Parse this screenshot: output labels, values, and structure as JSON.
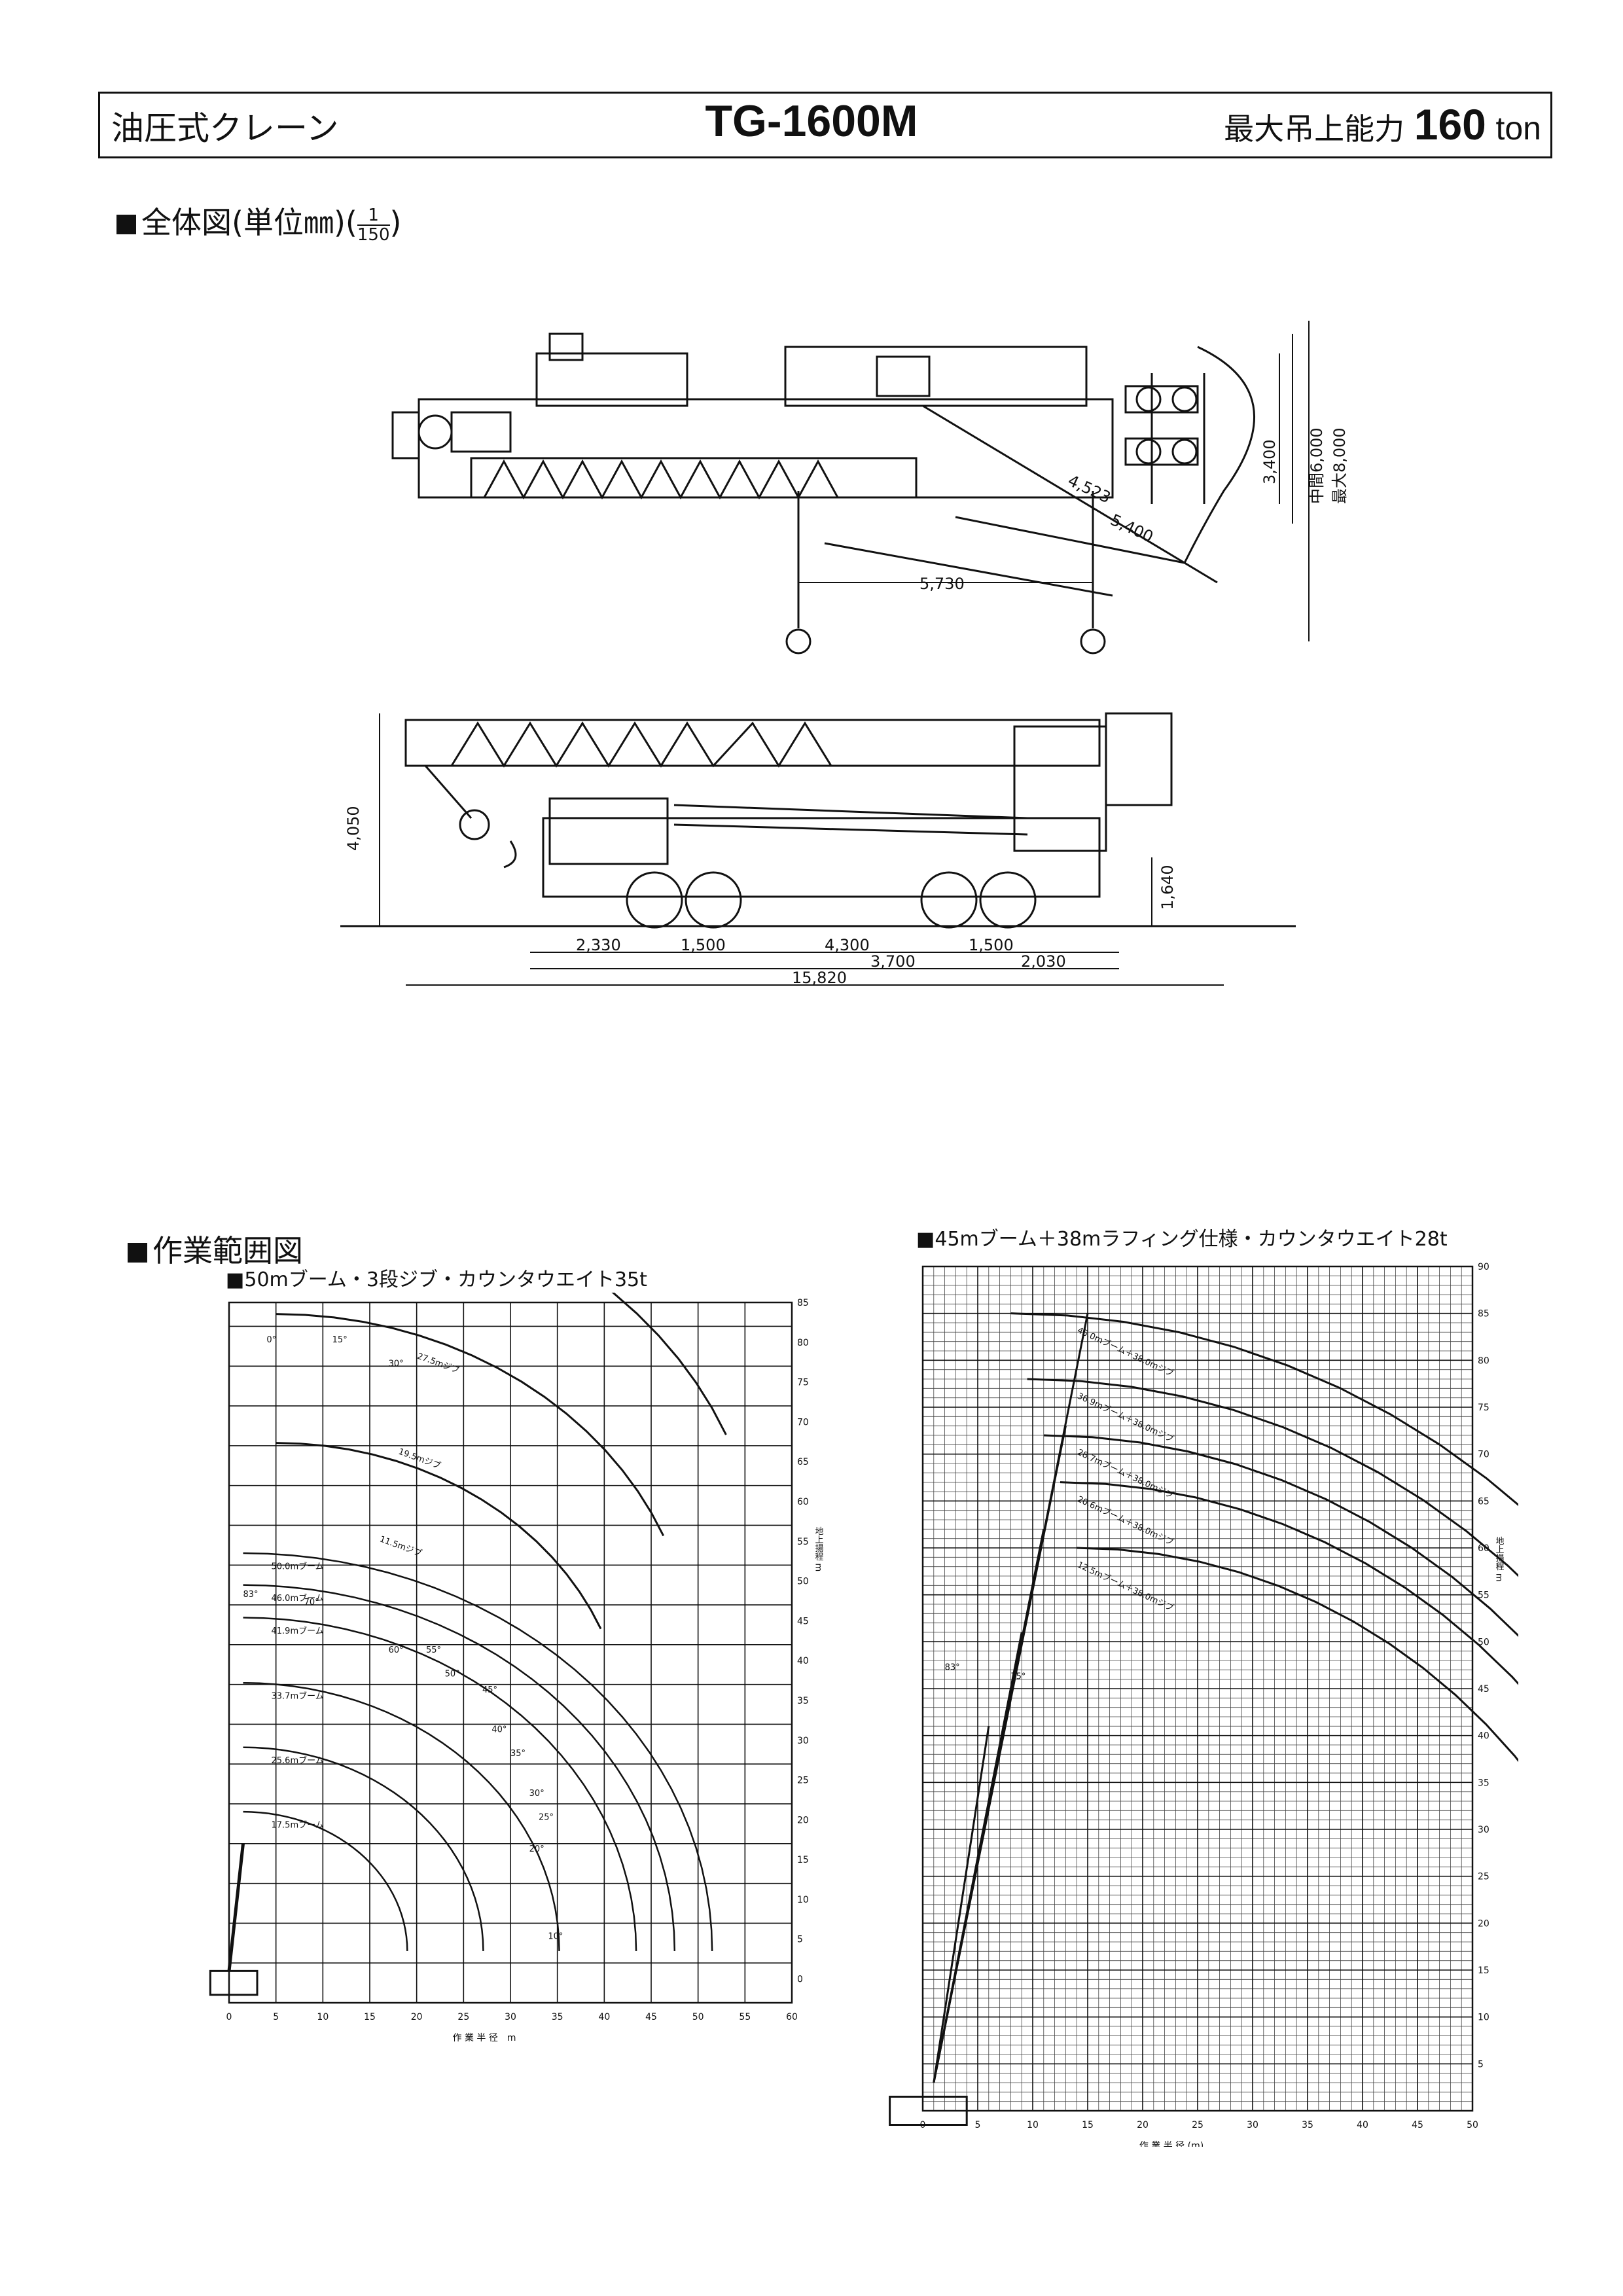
{
  "header": {
    "category": "油圧式クレーン",
    "model": "TG-1600M",
    "capacity_label": "最大吊上能力",
    "capacity_value": "160",
    "capacity_unit": "ton"
  },
  "overview": {
    "heading": "全体図",
    "unit_note": "(単位㎜)",
    "scale_num": "1",
    "scale_den": "150",
    "top_dims": {
      "height_1": "3,400",
      "height_2": "中間6,000",
      "height_3": "最大8,000",
      "radius_1": "4,523",
      "radius_2": "5,400",
      "span": "5,730"
    },
    "side_dims": {
      "overall_height": "4,050",
      "deck_height": "1,640",
      "d1": "2,330",
      "d2": "1,500",
      "d3": "4,300",
      "d4": "1,500",
      "d5": "3,700",
      "d6": "2,030",
      "overall_length": "15,820"
    }
  },
  "work_range": {
    "heading": "作業範囲図",
    "chart1": {
      "subtitle": "50mブーム・3段ジブ・カウンタウエイト35t",
      "x_ticks": [
        "0",
        "5",
        "10",
        "15",
        "20",
        "25",
        "30",
        "35",
        "40",
        "45",
        "50",
        "55",
        "60"
      ],
      "y_ticks": [
        "0",
        "5",
        "10",
        "15",
        "20",
        "25",
        "30",
        "35",
        "40",
        "45",
        "50",
        "55",
        "60",
        "65",
        "70",
        "75",
        "80",
        "85"
      ],
      "x_axis_label": "作 業 半 径　m",
      "y_axis_label": "地上揚程 m",
      "boom_labels": [
        "50.0mブーム",
        "46.0mブーム",
        "41.9mブーム",
        "33.7mブーム",
        "25.6mブーム",
        "17.5mブーム"
      ],
      "jib_labels": [
        "27.5mジブ",
        "19.5mジブ",
        "11.5mジブ"
      ],
      "angle_labels": [
        "0°",
        "15°",
        "30°",
        "83°",
        "70°",
        "60°",
        "55°",
        "50°",
        "45°",
        "40°",
        "35°",
        "30°",
        "25°",
        "20°",
        "10°"
      ]
    },
    "chart2": {
      "subtitle": "45mブーム＋38mラフィング仕様・カウンタウエイト28t",
      "x_ticks": [
        "0",
        "5",
        "10",
        "15",
        "20",
        "25",
        "30",
        "35",
        "40",
        "45",
        "50"
      ],
      "y_ticks": [
        "5",
        "10",
        "15",
        "20",
        "25",
        "30",
        "35",
        "40",
        "45",
        "50",
        "55",
        "60",
        "65",
        "70",
        "75",
        "80",
        "85",
        "90"
      ],
      "x_axis_label": "作 業 半 径 (m)",
      "y_axis_label": "地上揚程 m",
      "jib_labels": [
        "45.0mブーム＋38.0mジブ",
        "36.9mブーム＋38.0mジブ",
        "28.7mブーム＋38.0mジブ",
        "20.6mブーム＋38.0mジブ",
        "12.5mブーム＋38.0mジブ"
      ],
      "angle_labels": [
        "83°",
        "75°"
      ]
    }
  },
  "colors": {
    "ink": "#111111",
    "paper": "#ffffff"
  }
}
